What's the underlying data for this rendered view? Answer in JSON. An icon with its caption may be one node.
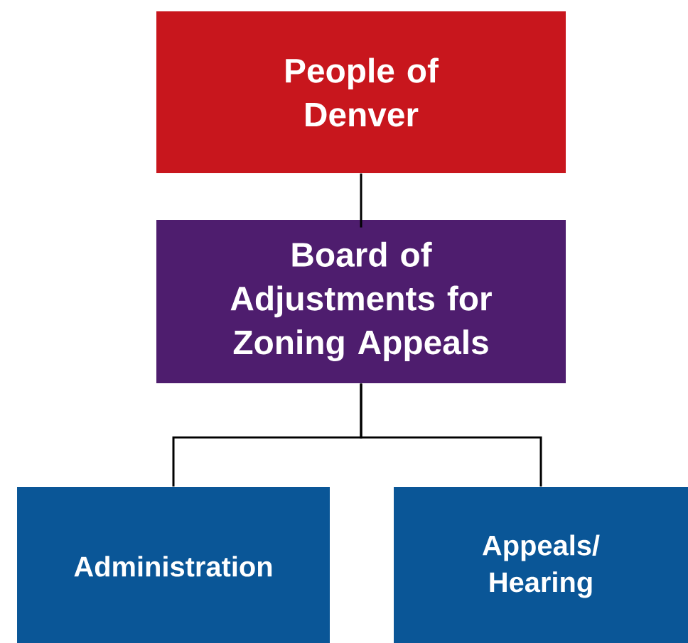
{
  "diagram": {
    "nodes": [
      {
        "text": [
          "People of Denver"
        ]
      },
      {
        "text": [
          "Board of Adjustments for Zoning Appeals"
        ]
      },
      {
        "text": [
          "Administration"
        ]
      },
      {
        "text": [
          "Appeals/ Hearing"
        ]
      }
    ],
    "edges": [
      {
        "from": 0,
        "to": 1,
        "arrow": "none"
      },
      {
        "from": 1,
        "to": 2,
        "arrow": "none"
      },
      {
        "from": 1,
        "to": 3,
        "arrow": "none"
      }
    ]
  }
}
